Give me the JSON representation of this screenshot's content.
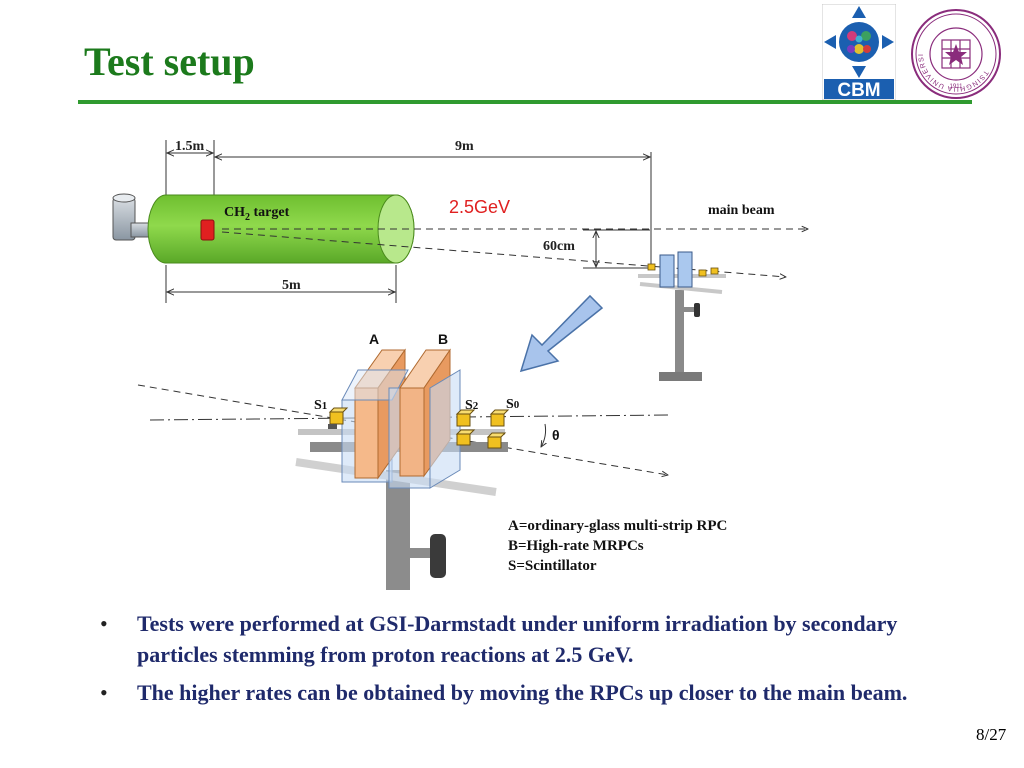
{
  "slide": {
    "title": "Test setup",
    "page_number": "8/27"
  },
  "logos": {
    "cbm_text": "CBM",
    "tsinghua_text": "TSINGHUA UNIVERSITY",
    "tsinghua_year": "1911",
    "cbm_color": "#1b5fb0",
    "tsinghua_color": "#8a2c7c"
  },
  "diagram": {
    "dim_1_5m": "1.5m",
    "dim_9m": "9m",
    "dim_5m": "5m",
    "dim_60cm": "60cm",
    "target_label_prefix": "CH",
    "target_label_sub": "2",
    "target_label_suffix": " target",
    "energy": "2.5GeV",
    "main_beam": "main beam",
    "label_A": "A",
    "label_B": "B",
    "label_S1": "S",
    "label_S1_num": "1",
    "label_S2": "S",
    "label_S2_num": "2",
    "label_S0": "S",
    "label_S0_num": "0",
    "theta": "θ",
    "legend": [
      "A=ordinary-glass multi-strip RPC",
      "B=High-rate MRPCs",
      "S=Scintillator"
    ],
    "colors": {
      "cylinder": "#7ccc3c",
      "energy": "#e02020",
      "arrow": "#a8c4ec",
      "rpc_a": "#f5b98a",
      "rpc_b": "#f2b486",
      "glass": "#c8dcf5",
      "scintillator": "#f0c020",
      "stand": "#7f7f7f"
    }
  },
  "bullets": [
    "Tests were performed at GSI-Darmstadt under uniform irradiation by secondary particles stemming from proton reactions at 2.5 GeV.",
    "The higher rates can be obtained by moving the RPCs up closer to the main beam."
  ]
}
